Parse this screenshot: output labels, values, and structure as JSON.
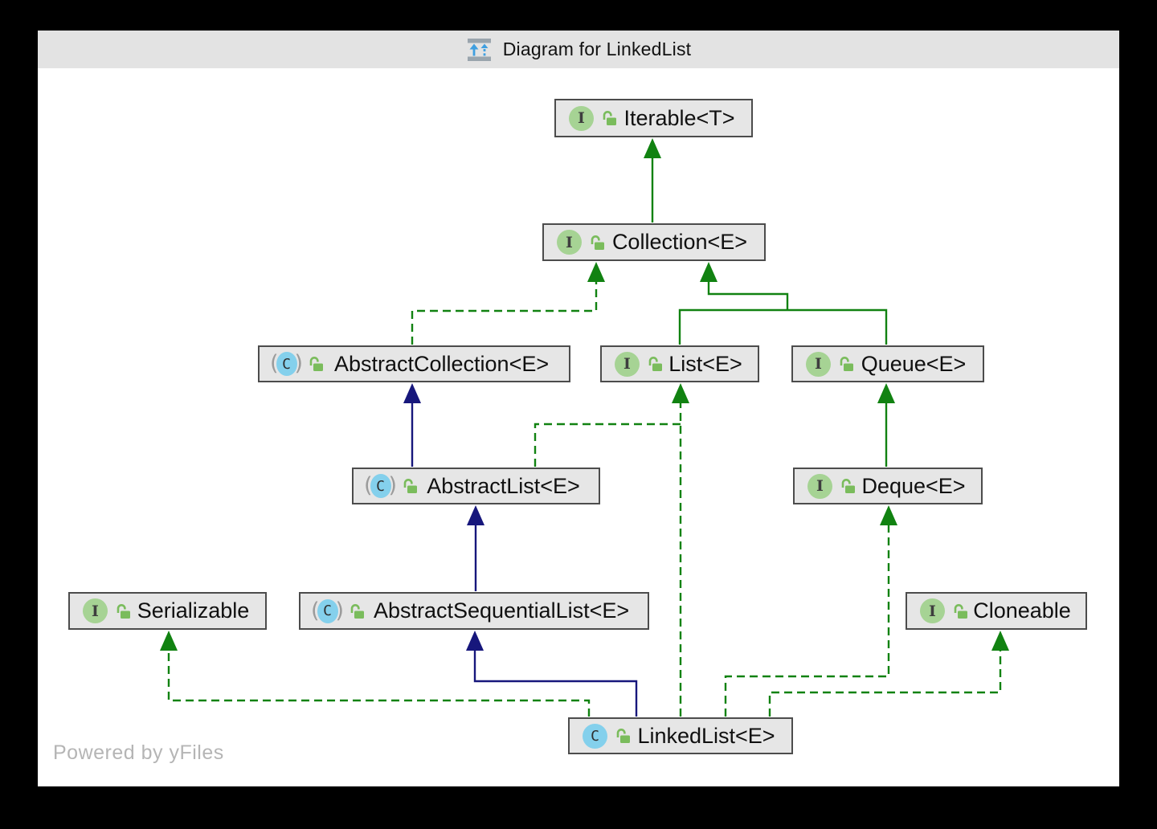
{
  "window": {
    "title": "Diagram for LinkedList"
  },
  "footer": {
    "watermark": "Powered by yFiles"
  },
  "badges": {
    "interface_letter": "I",
    "class_letter": "C",
    "paren_open": "(",
    "paren_close": ")"
  },
  "colors": {
    "titlebar_bg": "#e3e3e3",
    "box_fill": "#e6e6e6",
    "box_border": "#4c4c4c",
    "edge_green": "#118211",
    "edge_navy": "#17177c",
    "interface_badge": "#a6d394",
    "class_badge": "#84d0ec",
    "lock_green": "#7abc5c",
    "watermark": "#b5b5b5",
    "title_icon_blue": "#3f9fe0",
    "title_icon_gray": "#9aa5ad"
  },
  "nodes": [
    {
      "label": "Iterable<T>",
      "kind": "interface"
    },
    {
      "label": "Collection<E>",
      "kind": "interface"
    },
    {
      "label": "AbstractCollection<E>",
      "kind": "abstract-class"
    },
    {
      "label": "List<E>",
      "kind": "interface"
    },
    {
      "label": "Queue<E>",
      "kind": "interface"
    },
    {
      "label": "AbstractList<E>",
      "kind": "abstract-class"
    },
    {
      "label": "Deque<E>",
      "kind": "interface"
    },
    {
      "label": "Serializable",
      "kind": "interface"
    },
    {
      "label": "AbstractSequentialList<E>",
      "kind": "abstract-class"
    },
    {
      "label": "Cloneable",
      "kind": "interface"
    },
    {
      "label": "LinkedList<E>",
      "kind": "class"
    }
  ],
  "edges": [
    {
      "from": "Collection<E>",
      "to": "Iterable<T>",
      "relation": "extends",
      "line": "solid",
      "color": "green"
    },
    {
      "from": "AbstractCollection<E>",
      "to": "Collection<E>",
      "relation": "implements",
      "line": "dashed",
      "color": "green"
    },
    {
      "from": "List<E>",
      "to": "Collection<E>",
      "relation": "extends",
      "line": "solid",
      "color": "green"
    },
    {
      "from": "Queue<E>",
      "to": "Collection<E>",
      "relation": "extends",
      "line": "solid",
      "color": "green"
    },
    {
      "from": "AbstractList<E>",
      "to": "AbstractCollection<E>",
      "relation": "extends",
      "line": "solid",
      "color": "navy"
    },
    {
      "from": "AbstractList<E>",
      "to": "List<E>",
      "relation": "implements",
      "line": "dashed",
      "color": "green"
    },
    {
      "from": "Deque<E>",
      "to": "Queue<E>",
      "relation": "extends",
      "line": "solid",
      "color": "green"
    },
    {
      "from": "AbstractSequentialList<E>",
      "to": "AbstractList<E>",
      "relation": "extends",
      "line": "solid",
      "color": "navy"
    },
    {
      "from": "LinkedList<E>",
      "to": "AbstractSequentialList<E>",
      "relation": "extends",
      "line": "solid",
      "color": "navy"
    },
    {
      "from": "LinkedList<E>",
      "to": "List<E>",
      "relation": "implements",
      "line": "dashed",
      "color": "green"
    },
    {
      "from": "LinkedList<E>",
      "to": "Deque<E>",
      "relation": "implements",
      "line": "dashed",
      "color": "green"
    },
    {
      "from": "LinkedList<E>",
      "to": "Serializable",
      "relation": "implements",
      "line": "dashed",
      "color": "green"
    },
    {
      "from": "LinkedList<E>",
      "to": "Cloneable",
      "relation": "implements",
      "line": "dashed",
      "color": "green"
    }
  ]
}
